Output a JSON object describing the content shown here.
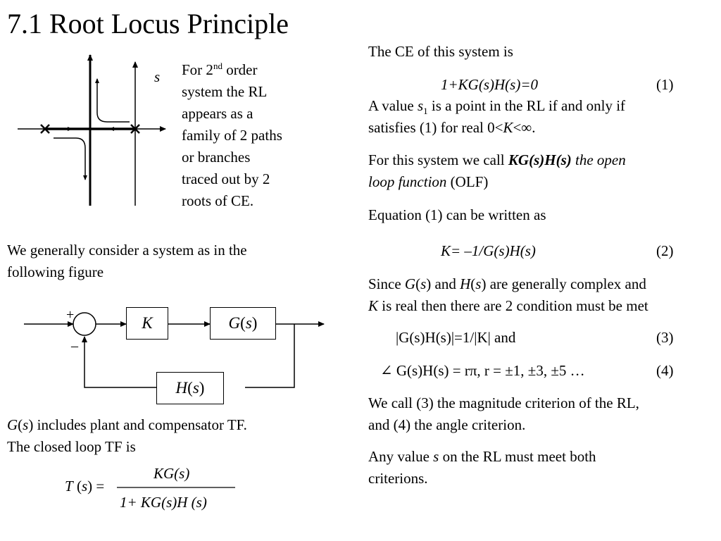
{
  "title": "7.1 Root Locus Principle",
  "rl_sketch": {
    "s_label": "s"
  },
  "rl_caption": {
    "l1_a": "For 2",
    "l1_sup": "nd",
    "l1_b": " order",
    "l2": "system the RL",
    "l3": "appears as a",
    "l4": "family of  2 paths",
    "l5": "or branches",
    "l6": "traced out by 2",
    "l7": "roots of CE."
  },
  "left_intro": {
    "l1": "We generally consider a system as in the",
    "l2": "following figure"
  },
  "block_diagram": {
    "plus": "+",
    "minus": "–",
    "k_block": "K",
    "g_block_a": "G",
    "g_block_b": "(",
    "g_block_c": "s",
    "g_block_d": ")",
    "h_block_a": "H",
    "h_block_b": "(",
    "h_block_c": "s",
    "h_block_d": ")"
  },
  "left_bottom": {
    "l1_g": "G",
    "l1_p1": "(",
    "l1_s": "s",
    "l1_p2": ")",
    "l1_rest": " includes plant and compensator TF.",
    "l2": "The closed loop TF is"
  },
  "tf_formula": {
    "lhs_t": "T",
    "lhs_rest1": " (",
    "lhs_s": "s",
    "lhs_rest2": ") =",
    "num": "KG(s)",
    "den": "1+ KG(s)H (s)"
  },
  "right": {
    "ce_line": "The CE of this system is",
    "eq1_expr": "1+KG(s)H(s)=0",
    "eq1_num": "(1)",
    "value_l1_a": "A value ",
    "value_l1_s": "s",
    "value_l1_sub": "1",
    "value_l1_b": " is a point in the RL if and only if",
    "value_l2_a": "satisfies (1) for real 0<",
    "value_l2_k": "K",
    "value_l2_b": "<∞.",
    "olf_l1_a": "For this system we call ",
    "olf_l1_b": "KG(s)H(s)",
    "olf_l1_c": " the open",
    "olf_l2_a": "loop function",
    "olf_l2_b": " (OLF)",
    "eq_written": "Equation (1) can be written as",
    "eq2_expr": "K= –1/G(s)H(s)",
    "eq2_num": "(2)",
    "since_l1_a": "Since ",
    "since_l1_g": "G",
    "since_l1_b": "(",
    "since_l1_s": "s",
    "since_l1_c": ") and ",
    "since_l1_h": "H",
    "since_l1_d": "(",
    "since_l1_s2": "s",
    "since_l1_e": ") are generally complex and",
    "since_l2_k": "K",
    "since_l2_rest": " is real then there are 2 condition must be met",
    "eq3_expr": "|G(s)H(s)|=1/|K|  and",
    "eq3_num": "(3)",
    "eq4_expr": "∠ G(s)H(s) = rπ,  r = ±1, ±3, ±5 …",
    "eq4_num": "(4)",
    "call_l1": "We call (3) the magnitude criterion of the RL,",
    "call_l2": "and (4) the angle criterion.",
    "any_l1_a": "Any value ",
    "any_l1_s": "s",
    "any_l1_b": " on the RL must meet both",
    "any_l2": "criterions."
  }
}
